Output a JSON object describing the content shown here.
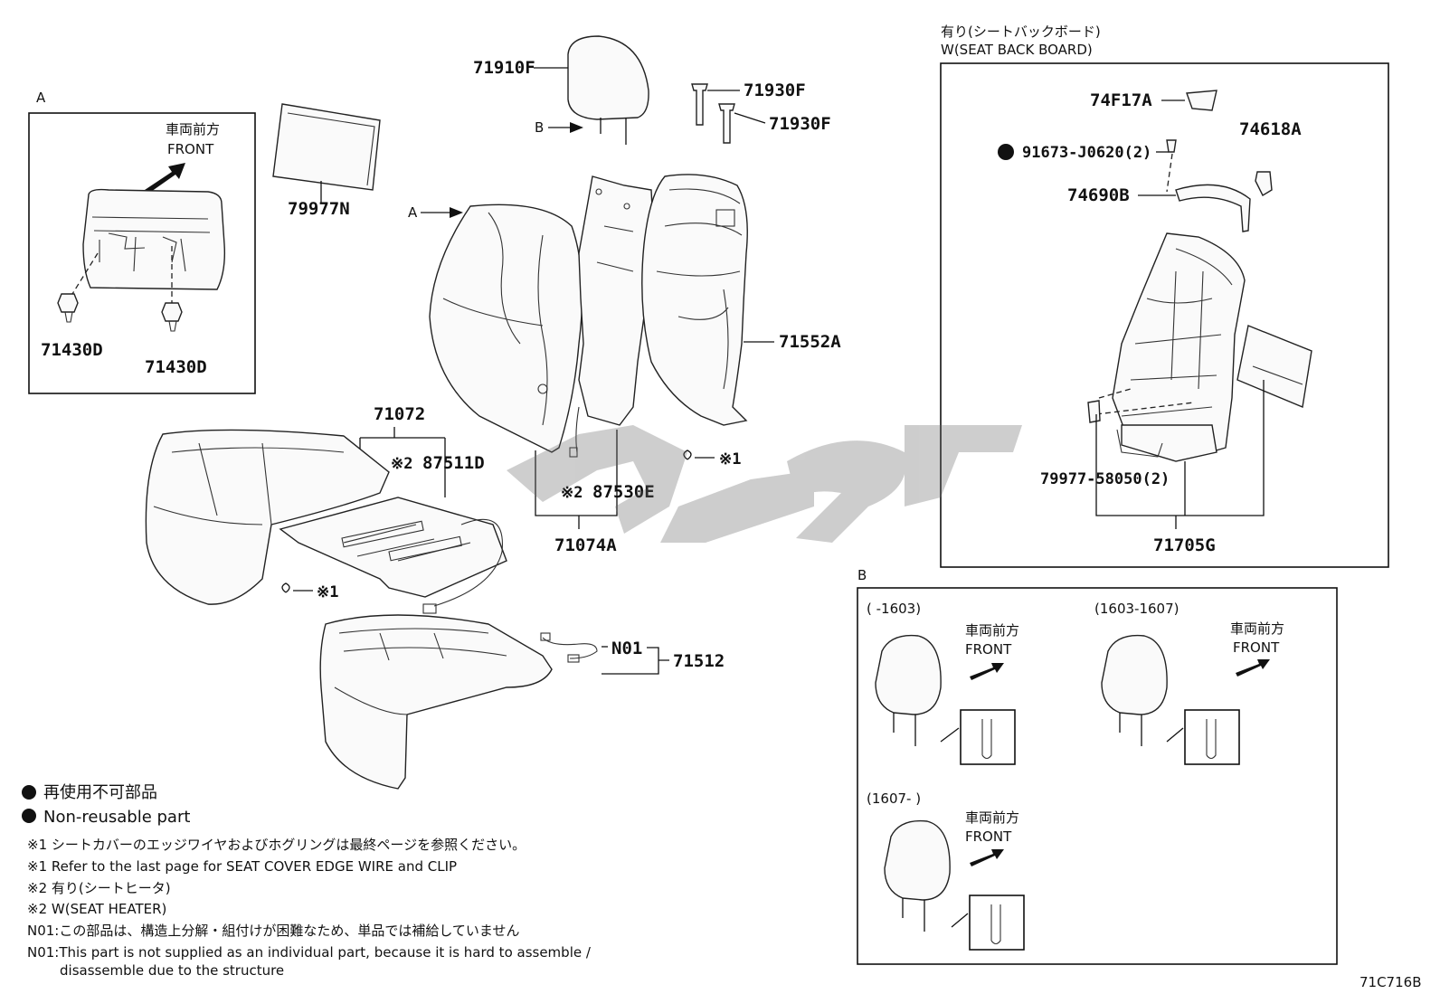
{
  "box_a": {
    "title": "A",
    "front_jp": "車両前方",
    "front_en": "FRONT",
    "parts": [
      "71430D",
      "71430D"
    ]
  },
  "main": {
    "headrest": "71910F",
    "pins": [
      "71930F",
      "71930F"
    ],
    "pad": "79977N",
    "arrow_a": "A",
    "arrow_b": "B",
    "back_frame": "71552A",
    "cushion_cover": "71072",
    "heater_a": "87511D",
    "heater_b": "87530E",
    "back_cover": "71074A",
    "n01": "N01",
    "cushion_pad": "71512",
    "note1_mark": "※1",
    "note2_mark": "※2"
  },
  "back_board": {
    "title_jp": "有り(シートバックボード)",
    "title_en": "W(SEAT BACK BOARD)",
    "parts": {
      "clip": "74F17A",
      "screw": "91673-J0620(2)",
      "cover": "74618A",
      "trim": "74690B",
      "hook": "79977-58050(2)",
      "board": "71705G"
    }
  },
  "box_b": {
    "title": "B",
    "variants": [
      {
        "range": "(      -1603)",
        "front_jp": "車両前方",
        "front_en": "FRONT"
      },
      {
        "range": "(1603-1607)",
        "front_jp": "車両前方",
        "front_en": "FRONT"
      },
      {
        "range": "(1607-      )",
        "front_jp": "車両前方",
        "front_en": "FRONT"
      }
    ]
  },
  "legend": {
    "nonreusable_jp": "再使用不可部品",
    "nonreusable_en": "Non-reusable part",
    "notes": [
      "※1 シートカバーのエッジワイヤおよびホグリングは最終ページを参照ください。",
      "※1 Refer to the last page for SEAT COVER EDGE WIRE and CLIP",
      "※2 有り(シートヒータ)",
      "※2 W(SEAT HEATER)",
      "N01:この部品は、構造上分解・組付けが困難なため、単品では補給していません",
      "N01:This part is not supplied as an individual part, because it is hard to assemble /",
      "disassemble due to the structure"
    ]
  },
  "diagram_code": "71C716B"
}
